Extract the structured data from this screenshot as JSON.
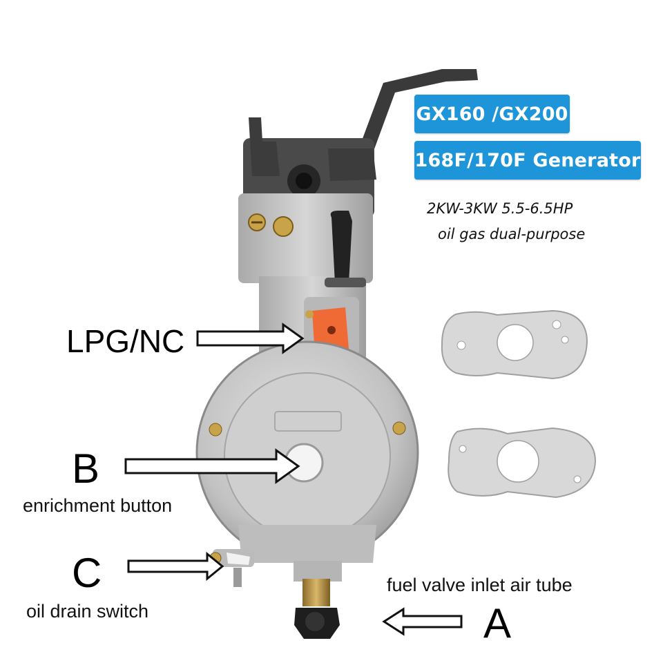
{
  "badges": {
    "models": "GX160 /GX200",
    "generator": "168F/170F Generator"
  },
  "specs": {
    "power": "2KW-3KW 5.5-6.5HP",
    "fuel": "oil gas dual-purpose"
  },
  "labels": {
    "lpg": "LPG/NC",
    "b_letter": "B",
    "b_caption": "enrichment button",
    "c_letter": "C",
    "c_caption": "oil drain switch",
    "a_letter": "A",
    "a_caption": "fuel valve inlet air tube"
  },
  "colors": {
    "badge_blue": "#1e95d8",
    "knob_orange": "#f06a35",
    "body_silver": "#c9c9c9"
  }
}
